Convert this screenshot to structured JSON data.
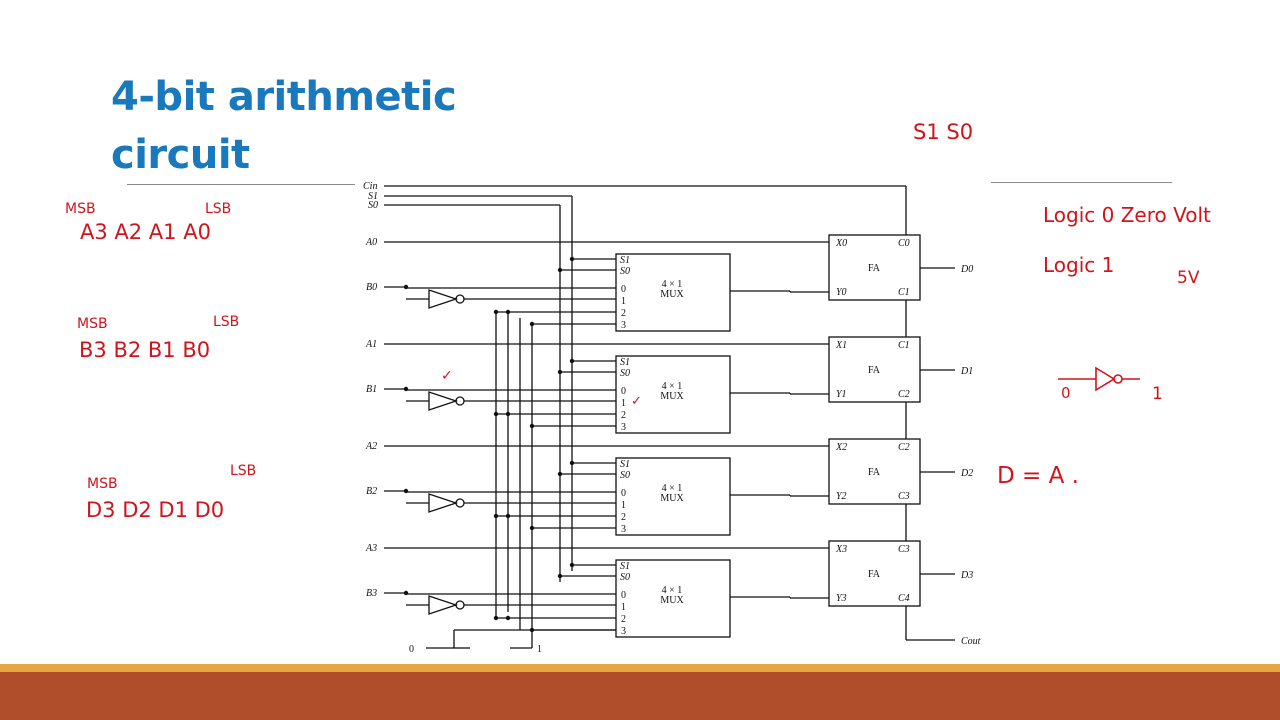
{
  "slide": {
    "title_line1": "4-bit arithmetic",
    "title_line2": "circuit"
  },
  "colors": {
    "title": "#1a78bc",
    "handwriting": "#d1141c",
    "bar_orange": "#e5a73f",
    "bar_brown": "#b04e2c"
  },
  "circuit": {
    "inputs": {
      "cin": "Cin",
      "s1": "S1",
      "s0": "S0",
      "a0": "A0",
      "b0": "B0",
      "a1": "A1",
      "b1": "B1",
      "a2": "A2",
      "b2": "B2",
      "a3": "A3",
      "b3": "B3",
      "zero": "0",
      "one": "1"
    },
    "mux": {
      "select_1": "S1",
      "select_0": "S0",
      "label_line1": "4 × 1",
      "label_line2": "MUX",
      "in0": "0",
      "in1": "1",
      "in2": "2",
      "in3": "3"
    },
    "fa": {
      "label": "FA",
      "x": [
        "X0",
        "X1",
        "X2",
        "X3"
      ],
      "y": [
        "Y0",
        "Y1",
        "Y2",
        "Y3"
      ],
      "cin": [
        "C0",
        "C1",
        "C2",
        "C3"
      ],
      "cout": [
        "C1",
        "C2",
        "C3",
        "C4"
      ]
    },
    "outputs": {
      "d0": "D0",
      "d1": "D1",
      "d2": "D2",
      "d3": "D3",
      "cout": "Cout"
    }
  },
  "handwriting": {
    "a_msb": "MSB",
    "a_lsb": "LSB",
    "a_bits": "A3 A2 A1 A0",
    "b_msb": "MSB",
    "b_lsb": "LSB",
    "b_bits": "B3 B2 B1 B0",
    "d_msb": "MSB",
    "d_lsb": "LSB",
    "d_bits": "D3 D2 D1 D0",
    "select": "S1 S0",
    "logic0": "Logic 0 Zero Volt",
    "logic1": "Logic 1",
    "five_volt": "5V",
    "not_in": "0",
    "not_out": "1",
    "d_eq": "D = A .",
    "check_b1": "✓",
    "check_mux": "✓"
  }
}
